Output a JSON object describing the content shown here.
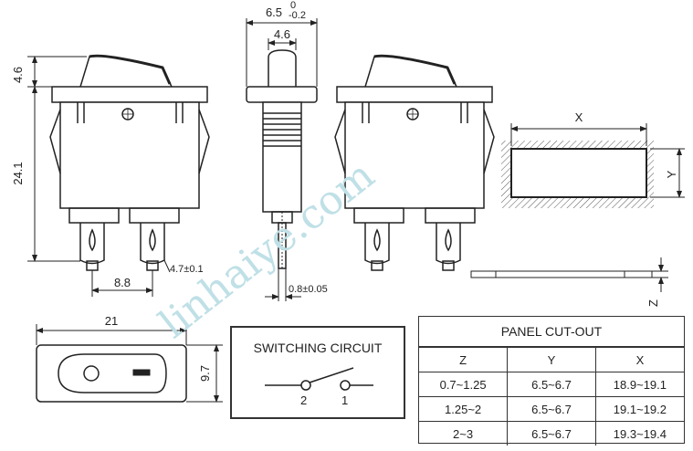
{
  "watermark": "linhaiye.com",
  "dimensions": {
    "top_width": "6.5",
    "top_tol_upper": "0",
    "top_tol_lower": "-0.2",
    "actuator_width": "4.6",
    "actuator_height": "4.6",
    "body_height": "24.1",
    "terminal_pitch": "8.8",
    "terminal_width": "4.7±0.1",
    "terminal_thickness": "0.8±0.05",
    "bezel_length": "21",
    "bezel_width": "9.7"
  },
  "cutout_labels": {
    "x": "X",
    "y": "Y",
    "z": "Z"
  },
  "switching_circuit": {
    "title": "SWITCHING CIRCUIT",
    "terminal_left": "2",
    "terminal_right": "1"
  },
  "panel_cutout": {
    "title": "PANEL CUT-OUT",
    "headers": [
      "Z",
      "Y",
      "X"
    ],
    "rows": [
      [
        "0.7~1.25",
        "6.5~6.7",
        "18.9~19.1"
      ],
      [
        "1.25~2",
        "6.5~6.7",
        "19.1~19.2"
      ],
      [
        "2~3",
        "6.5~6.7",
        "19.3~19.4"
      ]
    ]
  }
}
